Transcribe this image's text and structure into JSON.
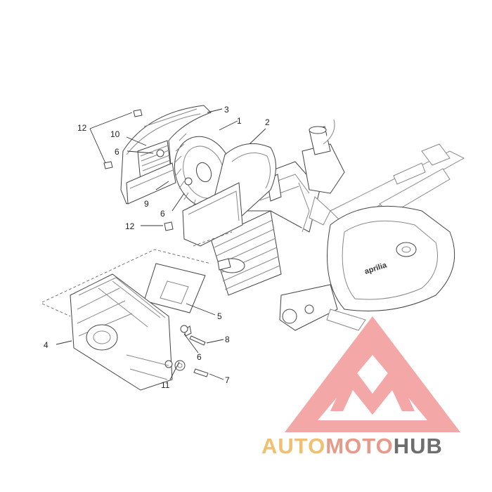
{
  "diagram": {
    "callouts": {
      "c1": "1",
      "c2": "2",
      "c3": "3",
      "c4": "4",
      "c5": "5",
      "c6a": "6",
      "c6b": "6",
      "c6c": "6",
      "c7": "7",
      "c8": "8",
      "c9": "9",
      "c10": "10",
      "c11": "11",
      "c12a": "12",
      "c12b": "12"
    },
    "engine_logo": "aprilia"
  },
  "watermark": {
    "part_auto": "AUTO",
    "part_moto": "MOTO",
    "part_hub": "HUB",
    "colors": {
      "auto": "#f0c070",
      "moto": "#e89a8a",
      "hub": "#6e6e6e",
      "logo": "#ef8a8a"
    }
  }
}
